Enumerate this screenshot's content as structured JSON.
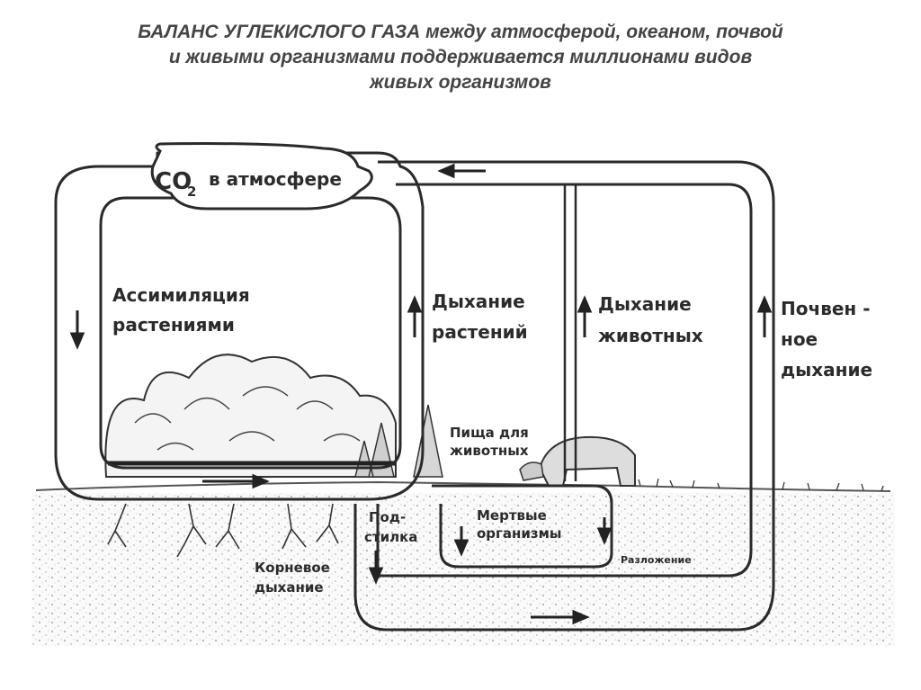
{
  "title": {
    "line1": "БАЛАНС УГЛЕКИСЛОГО ГАЗА между атмосферой, океаном, почвой",
    "line2": "и живыми организмами поддерживается миллионами видов",
    "line3": "живых организмов"
  },
  "diagram": {
    "co2_main": "CO",
    "co2_sub": "2",
    "co2_rest": "в атмосфере",
    "assimilation_1": "Ассимиляция",
    "assimilation_2": "растениями",
    "plant_resp_1": "Дыхание",
    "plant_resp_2": "растений",
    "animal_resp_1": "Дыхание",
    "animal_resp_2": "животных",
    "soil_resp_1": "Почвен -",
    "soil_resp_2": "ное",
    "soil_resp_3": "дыхание",
    "food_1": "Пища для",
    "food_2": "животных",
    "dead_1": "Мертвые",
    "dead_2": "организмы",
    "litter_1": "Под-",
    "litter_2": "стилка",
    "root_1": "Корневое",
    "root_2": "дыхание",
    "decomposition": "Разложение"
  }
}
